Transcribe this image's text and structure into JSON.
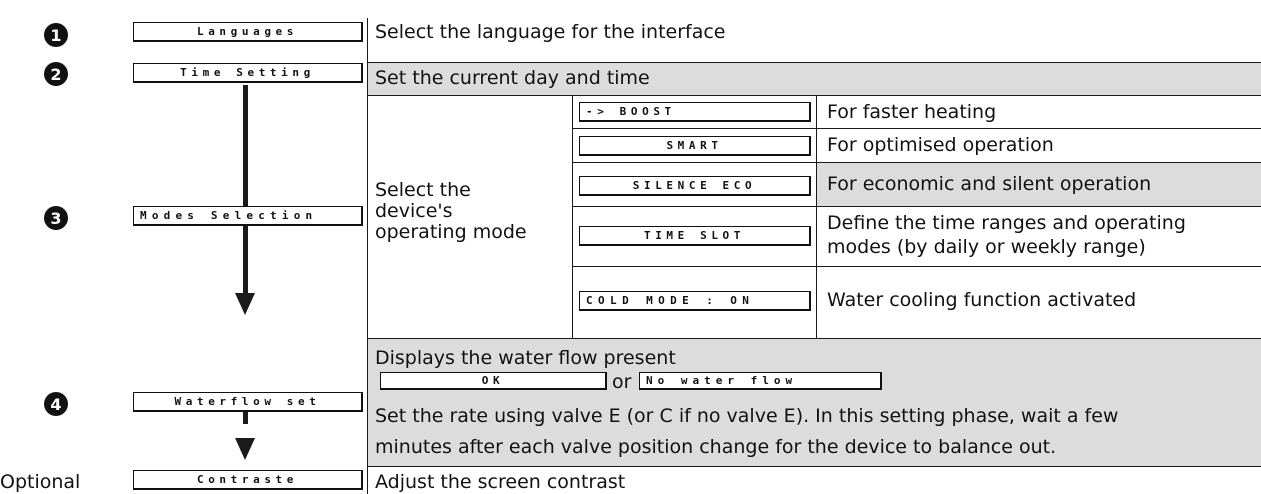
{
  "steps": [
    {
      "marker": "1",
      "lcd": "Languages",
      "description": "Select the language for the interface"
    },
    {
      "marker": "2",
      "lcd": "Time Setting",
      "description": "Set the current day and time"
    },
    {
      "marker": "3",
      "lcd": "Modes Selection",
      "description": "Select the device's operating mode"
    },
    {
      "marker": "4",
      "lcd": "Waterflow set"
    },
    {
      "marker": "Optional",
      "lcd": "Contraste",
      "description": "Adjust the screen contrast"
    }
  ],
  "modes_description_lines": [
    "Select the",
    "device's",
    "operating mode"
  ],
  "modes": [
    {
      "lcd": "-> BOOST",
      "description": "For faster heating"
    },
    {
      "lcd": "SMART",
      "description": "For optimised operation"
    },
    {
      "lcd": "SILENCE ECO",
      "description": "For economic and silent operation"
    },
    {
      "lcd": "TIME SLOT",
      "description_lines": [
        "Define the time ranges and operating",
        "modes (by daily or weekly range)"
      ]
    },
    {
      "lcd": "COLD MODE : ON",
      "description": "Water cooling function activated"
    }
  ],
  "waterflow": {
    "line1": "Displays the water flow present",
    "ok_lcd": "OK",
    "or_text": "or",
    "noflow_lcd": "No water flow",
    "line3": "Set the rate using valve E (or C if no valve E). In this setting phase, wait a few",
    "line4": "minutes after each valve position change for the device to balance out."
  }
}
